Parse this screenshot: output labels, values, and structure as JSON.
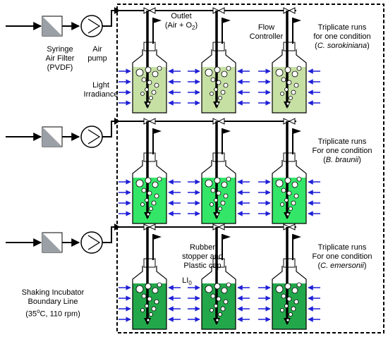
{
  "colors": {
    "row1_liquid": "#c6e0a4",
    "row2_liquid": "#33e667",
    "row3_liquid": "#22a84a",
    "light_arrow": "#1f1fd8",
    "pipe": "#000000",
    "filter_gray": "#9aa0a6"
  },
  "labels": {
    "syringe_filter": [
      "Syringe",
      "Air Filter",
      "(PVDF)"
    ],
    "air_pump": [
      "Air",
      "pump"
    ],
    "outlet": [
      "Outlet",
      "(Air + O"
    ],
    "outlet_sub": "2",
    "outlet_close": ")",
    "flow_controller": [
      "Flow",
      "Controller"
    ],
    "light_irradiance": [
      "Light",
      "Irradiance"
    ],
    "rubber_stopper": [
      "Rubber",
      "stopper and",
      "Plastic cap"
    ],
    "level_label": "LI",
    "level_sub": "0",
    "incubator": [
      "Shaking Incubator",
      "Boundary Line"
    ],
    "incubator_cond_a": "(35",
    "incubator_cond_sup": "o",
    "incubator_cond_b": "C, 110 rpm)"
  },
  "rows": [
    {
      "line1": "Triplicate runs",
      "line2": "for one condition",
      "species": "C. sorokiniana"
    },
    {
      "line1": "Triplicate runs",
      "line2": "For one condition",
      "species": "B. braunii"
    },
    {
      "line1": "Triplicate runs",
      "line2": "For one condition",
      "species": "C. emersonii"
    }
  ]
}
